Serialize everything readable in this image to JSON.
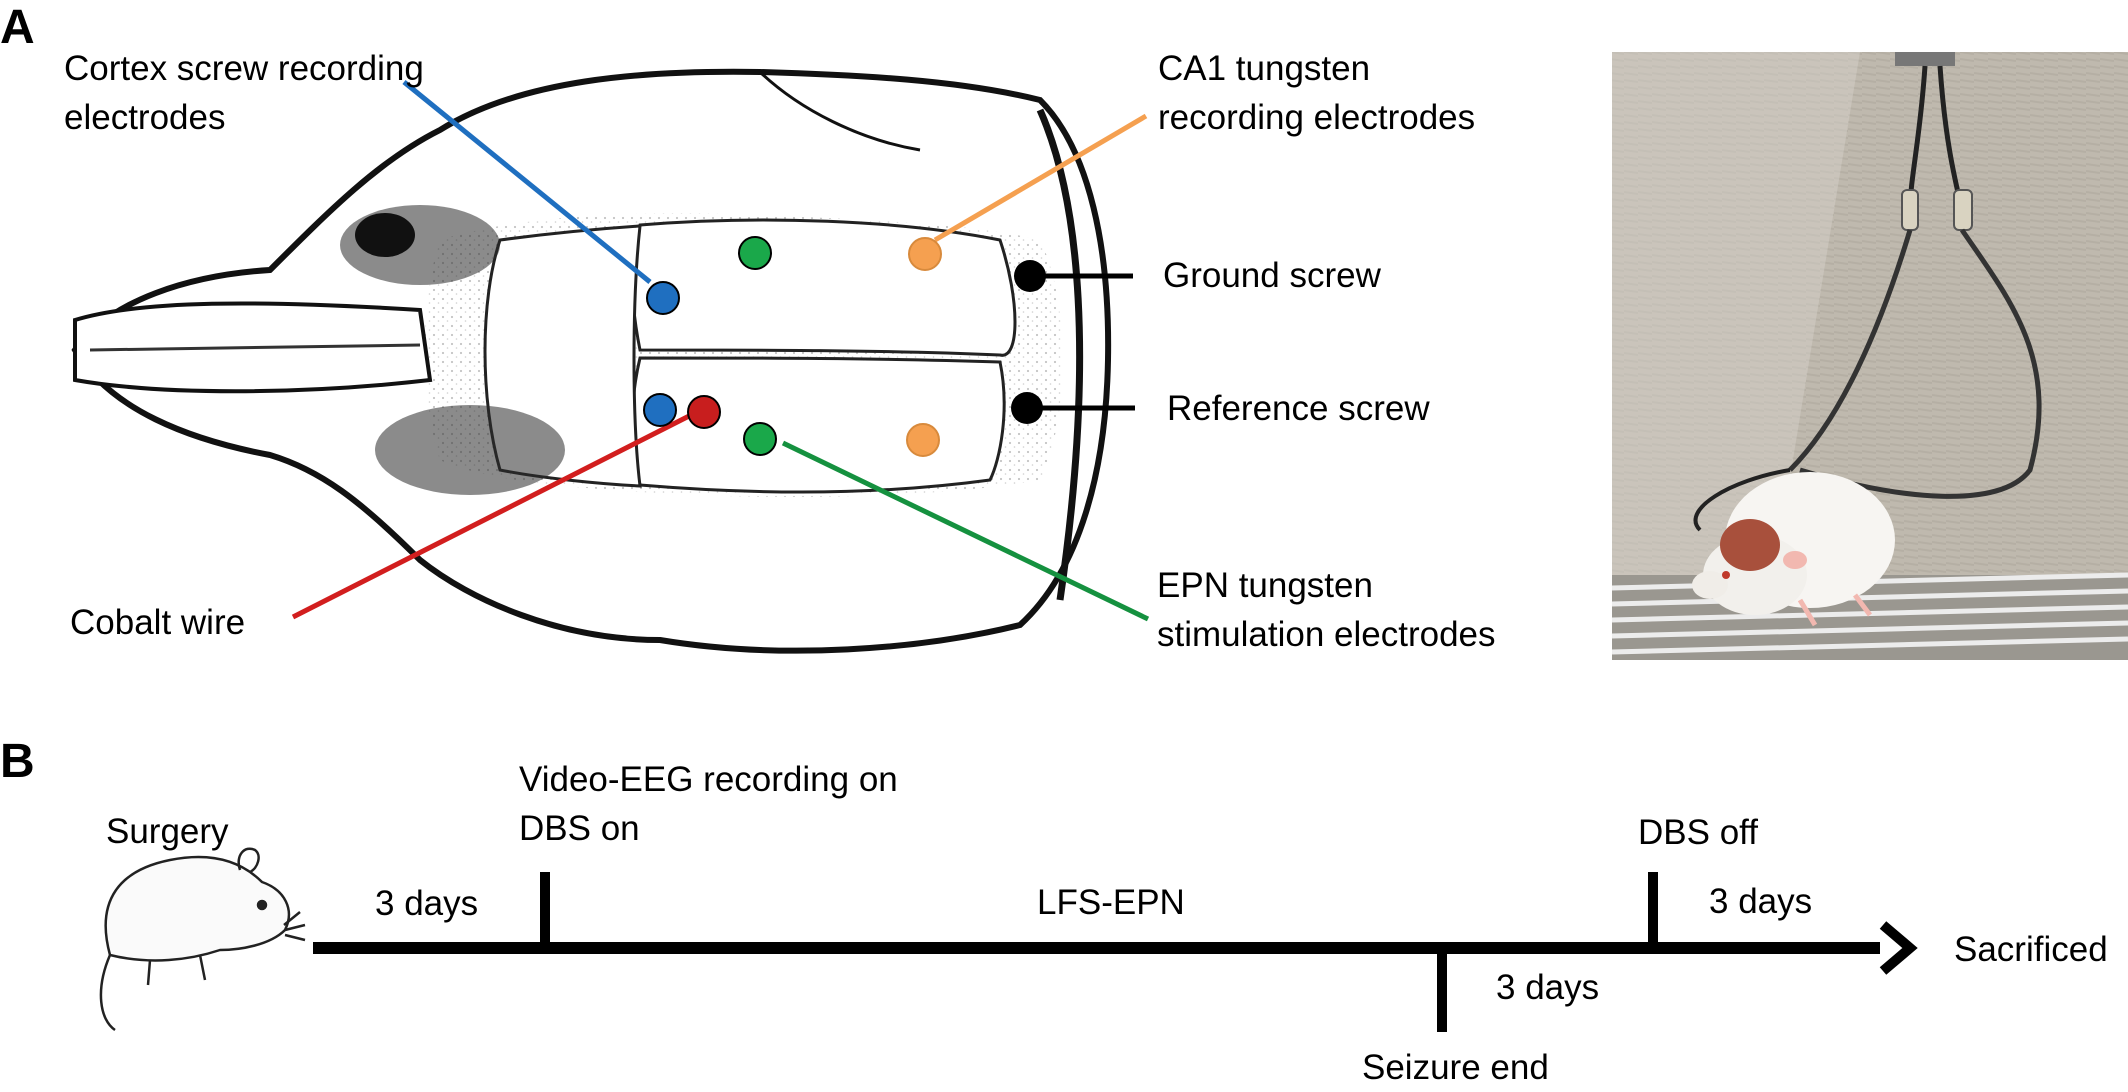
{
  "panels": {
    "a": {
      "letter": "A",
      "labels": {
        "cortex_line1": "Cortex screw recording",
        "cortex_line2": "electrodes",
        "ca1_line1": "CA1 tungsten",
        "ca1_line2": "recording electrodes",
        "ground": "Ground screw",
        "reference": "Reference screw",
        "cobalt": "Cobalt wire",
        "epn_line1": "EPN tungsten",
        "epn_line2": "stimulation electrodes"
      },
      "colors": {
        "cortex": "#1f6fc0",
        "ca1": "#f5a050",
        "epn": "#1aa84a",
        "cobalt": "#c81e1e",
        "ground": "#000000",
        "reference": "#000000"
      }
    },
    "b": {
      "letter": "B",
      "labels": {
        "surgery": "Surgery",
        "video_line1": "Video-EEG recording on",
        "video_line2": "DBS on",
        "dbs_off": "DBS off",
        "days_1": "3 days",
        "lfs": "LFS-EPN",
        "days_3": "3 days",
        "days_2": "3 days",
        "sacrificed": "Sacrificed",
        "seizure_end": "Seizure end"
      }
    }
  }
}
